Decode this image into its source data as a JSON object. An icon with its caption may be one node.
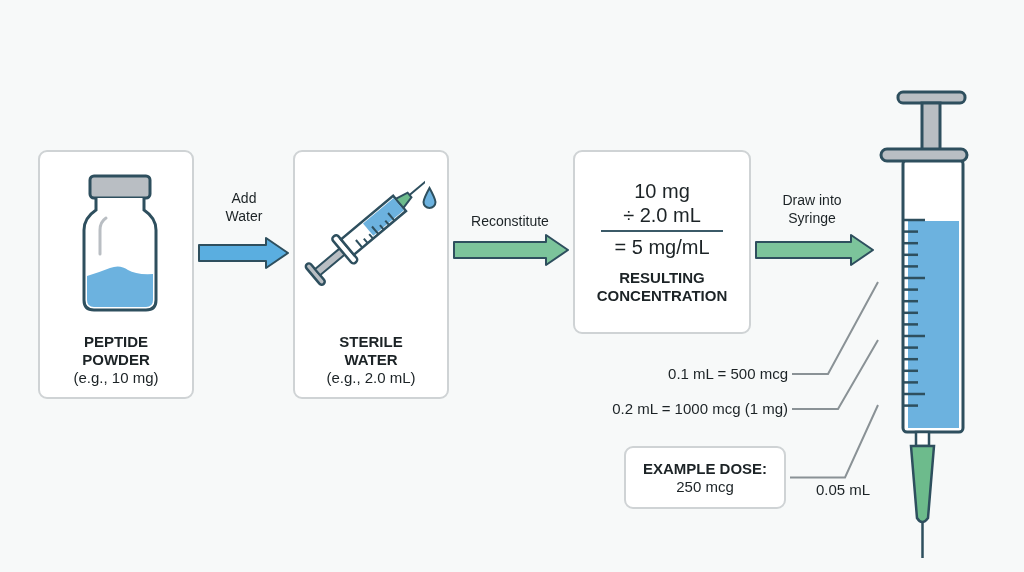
{
  "diagram": {
    "nodes": [
      {
        "text": [
          "PEPTIDE POWDER",
          "(e.g., 10 mg)"
        ]
      },
      {
        "text": [
          "STERILE WATER",
          "(e.g., 2.0 mL)"
        ]
      },
      {
        "text": [
          "10 mg",
          "÷ 2.0 mL",
          "= 5 mg/mL",
          "RESULTING CONCENTRATION"
        ]
      },
      {
        "text": [],
        "shape": "picture"
      },
      {
        "text": [
          "0.1 mL = 500 mcg"
        ]
      },
      {
        "text": [
          "0.2 mL = 1000 mcg (1 mg)"
        ]
      },
      {
        "text": [
          "EXAMPLE DOSE:",
          "250 mcg"
        ]
      }
    ],
    "edges": [
      {
        "from": 0,
        "to": 1,
        "arrow": "to",
        "label": "Add Water",
        "style": "thick",
        "color": "#5aaee0"
      },
      {
        "from": 1,
        "to": 2,
        "arrow": "to",
        "label": "Reconstitute",
        "style": "thick",
        "color": "#7cc49b"
      },
      {
        "from": 2,
        "to": 3,
        "arrow": "to",
        "label": "Draw into Syringe",
        "style": "thick",
        "color": "#7cc49b"
      },
      {
        "from": 4,
        "to": 3,
        "arrow": "none"
      },
      {
        "from": 5,
        "to": 3,
        "arrow": "none"
      },
      {
        "from": 6,
        "to": 3,
        "arrow": "none",
        "label": "0.05 mL"
      }
    ]
  }
}
